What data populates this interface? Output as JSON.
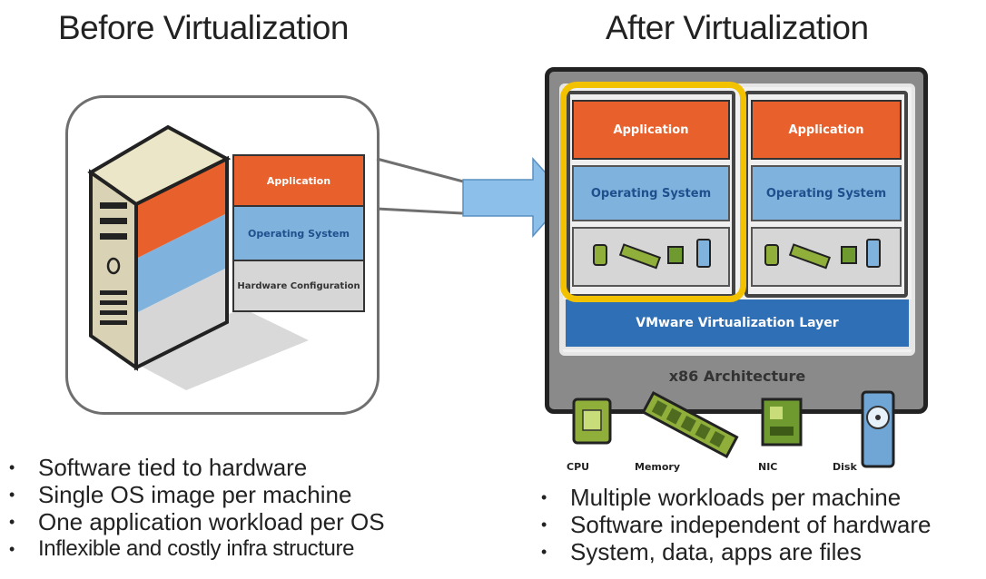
{
  "before": {
    "title": "Before Virtualization",
    "stack": {
      "application": "Application",
      "os": "Operating System",
      "hardware": "Hardware Configuration"
    },
    "bullets": [
      "Software tied to hardware",
      "Single OS image per machine",
      "One application workload per OS",
      "Inflexible and costly infra structure"
    ]
  },
  "after": {
    "title": "After Virtualization",
    "vms": [
      {
        "application": "Application",
        "os": "Operating System"
      },
      {
        "application": "Application",
        "os": "Operating System"
      }
    ],
    "virtualization_layer": "VMware Virtualization Layer",
    "architecture": "x86 Architecture",
    "hardware_labels": [
      "CPU",
      "Memory",
      "NIC",
      "Disk"
    ],
    "bullets": [
      "Multiple workloads per machine",
      "Software independent of hardware",
      "System, data, apps are files"
    ]
  },
  "colors": {
    "application": "#e8602c",
    "os": "#7fb2dd",
    "hardware": "#d6d6d6",
    "virtualization_layer": "#2f6fb5",
    "outer_frame": "#8a8a8a",
    "highlight": "#f2c200",
    "arrow": "#8cc0ea"
  },
  "icons": [
    "server-tower-icon",
    "cpu-chip-icon",
    "memory-module-icon",
    "nic-card-icon",
    "disk-drive-icon",
    "arrow-right-icon"
  ]
}
